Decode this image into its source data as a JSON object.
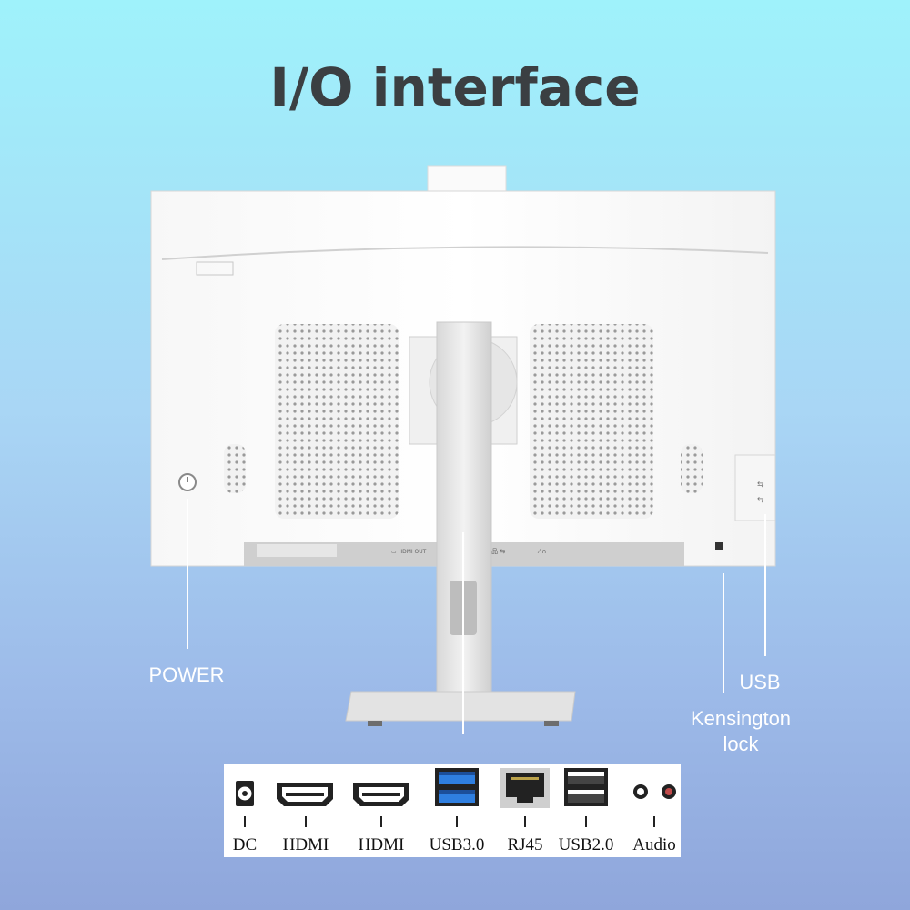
{
  "title": "I/O interface",
  "callouts": {
    "power": "POWER",
    "usb": "USB",
    "kensington": "Kensington lock"
  },
  "ports": [
    {
      "label": "DC",
      "icon": "dc-power-icon"
    },
    {
      "label": "HDMI",
      "icon": "hdmi-port-icon"
    },
    {
      "label": "HDMI",
      "icon": "hdmi-port-icon"
    },
    {
      "label": "USB3.0",
      "icon": "usb3-port-icon"
    },
    {
      "label": "RJ45",
      "icon": "rj45-port-icon"
    },
    {
      "label": "USB2.0",
      "icon": "usb2-port-icon"
    },
    {
      "label": "Audio",
      "icon": "audio-jack-icon"
    }
  ],
  "colors": {
    "title": "#3b3f42",
    "usb3_blue": "#2f7fe0",
    "monitor_white": "#f4f4f4"
  }
}
